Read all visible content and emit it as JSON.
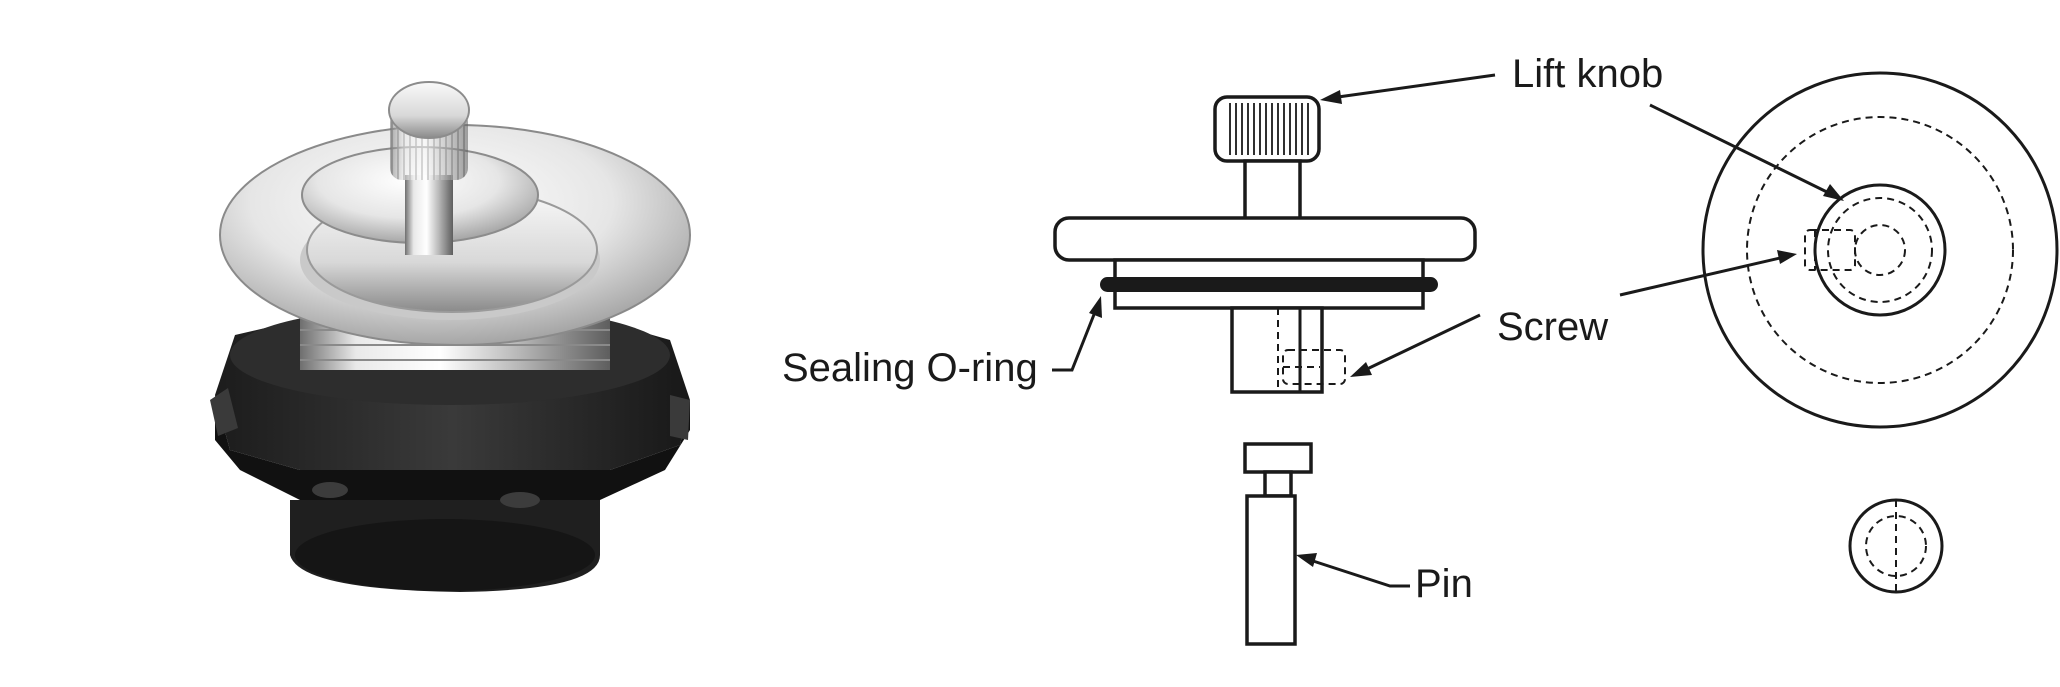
{
  "labels": {
    "lift_knob": "Lift knob",
    "screw": "Screw",
    "sealing_oring": "Sealing O-ring",
    "pin": "Pin"
  },
  "colors": {
    "line": "#1a1a1a",
    "chrome_light": "#f2f2f2",
    "chrome_dark": "#7d7d7d",
    "rubber": "#2b2b2b"
  }
}
